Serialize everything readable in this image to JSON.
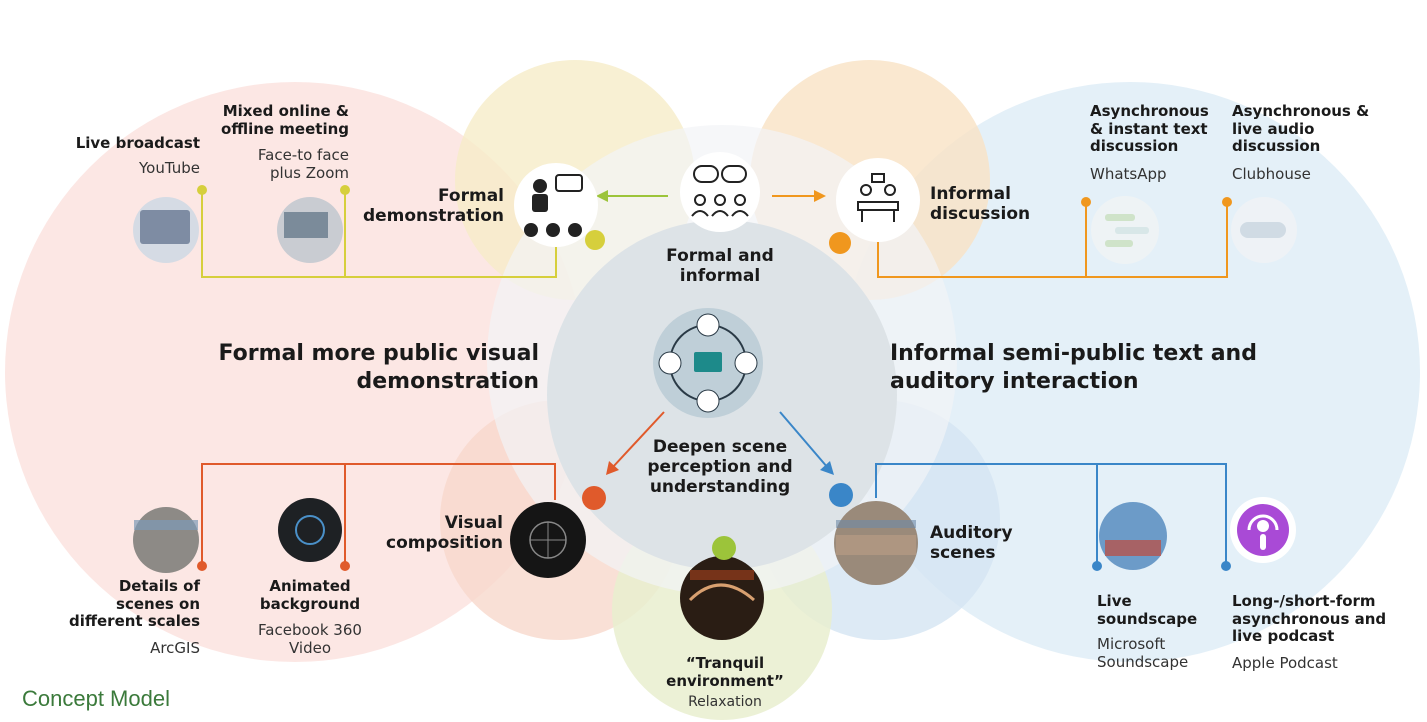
{
  "caption": "Concept Model",
  "center": {
    "top_label": "Formal and\ninformal",
    "middle_label": "Deepen scene\nperception and\nunderstanding",
    "icons": [
      "discussion-bubbles-icon",
      "senses-cycle-icon"
    ]
  },
  "sides": {
    "left_title": "Formal more public visual\ndemonstration",
    "right_title": "Informal semi-public text and\nauditory interaction"
  },
  "hubs": {
    "formal_demo": "Formal\ndemonstration",
    "informal_discussion": "Informal\ndiscussion",
    "visual_composition": "Visual\ncomposition",
    "auditory_scenes": "Auditory\nscenes",
    "tranquil_title": "“Tranquil\nenvironment”",
    "tranquil_sub": "Relaxation"
  },
  "leaves": {
    "live_broadcast": {
      "title": "Live broadcast",
      "tool": "YouTube"
    },
    "mixed_meeting": {
      "title": "Mixed online &\noffline meeting",
      "tool": "Face-to face\nplus Zoom"
    },
    "async_text": {
      "title": "Asynchronous\n& instant text\ndiscussion",
      "tool": "WhatsApp"
    },
    "async_audio": {
      "title": "Asynchronous &\nlive audio\ndiscussion",
      "tool": "Clubhouse"
    },
    "details_scales": {
      "title": "Details of\nscenes on\ndifferent scales",
      "tool": "ArcGIS"
    },
    "animated_bg": {
      "title": "Animated\nbackground",
      "tool": "Facebook 360\nVideo"
    },
    "live_soundscape": {
      "title": "Live\nsoundscape",
      "tool": "Microsoft\nSoundscape"
    },
    "podcast": {
      "title": "Long-/short-form\nasynchronous and\nlive podcast",
      "tool": "Apple Podcast"
    }
  },
  "colors": {
    "formal_line": "#d6cf3c",
    "informal_line": "#f0971e",
    "visual_line": "#e05a2b",
    "auditory_line": "#3a86c8",
    "green_dot": "#9cc43a",
    "pink_bg": "#fbe3df",
    "blue_bg": "#e1eef7",
    "center_bg": "#dde3e7",
    "caption": "#3b7a3b"
  }
}
